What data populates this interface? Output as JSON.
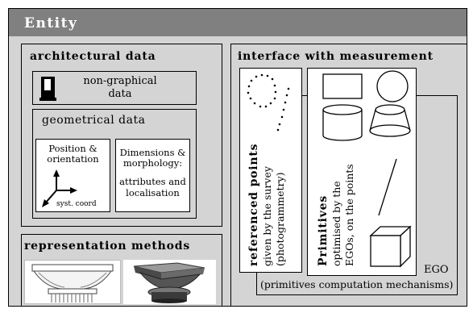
{
  "window": {
    "title": "Entity"
  },
  "architectural": {
    "title": "architectural data",
    "non_graphical": "non-graphical\ndata",
    "geometrical": {
      "title": "geometrical data",
      "position": "Position &\norientation",
      "coord": "syst. coord",
      "dimensions": "Dimensions &\nmorphology:",
      "attributes": "attributes and\nlocalisation"
    }
  },
  "representation": {
    "title": "representation methods"
  },
  "interface": {
    "title": "interface with measurement",
    "referenced_title": "referenced points",
    "referenced_sub": "given by the survey\n(photogrammetry)",
    "primitives_title": "Primitives",
    "primitives_sub": "optimised by the\nEGOs, on the points",
    "ego": "EGO",
    "mechanisms": "(primitives computation mechanisms)"
  },
  "colors": {
    "panel_bg": "#d4d4d4",
    "title_bar": "#808080",
    "outline": "#000000",
    "white": "#ffffff"
  },
  "icons": [
    "book-icon",
    "coordinate-axes-icon",
    "point-cloud-icon",
    "rectangle-primitive-icon",
    "sphere-primitive-icon",
    "cylinder-primitive-icon",
    "cone-primitive-icon",
    "line-primitive-icon",
    "cube-primitive-icon",
    "capital-drawing",
    "capital-render"
  ]
}
